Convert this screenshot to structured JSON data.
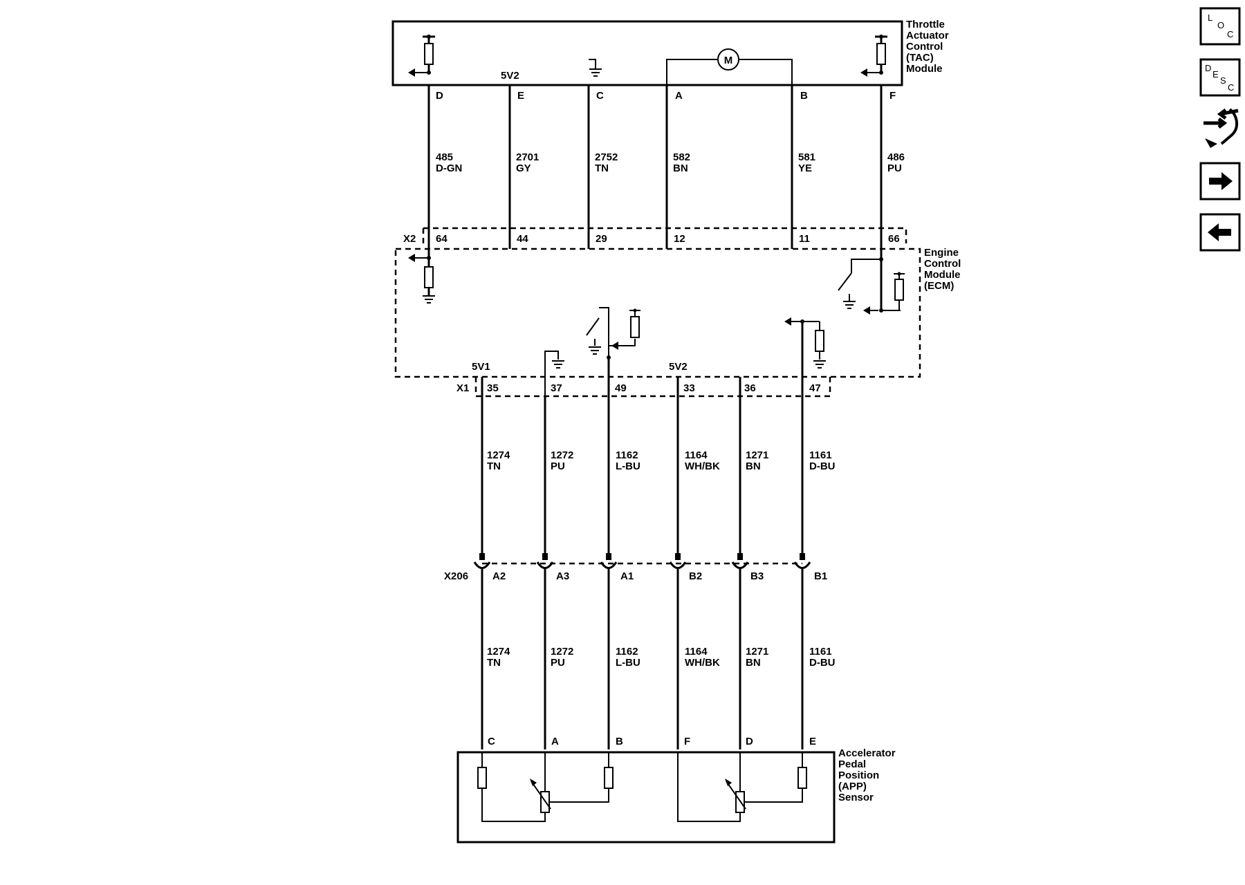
{
  "components": {
    "tac": [
      "Throttle",
      "Actuator",
      "Control",
      "(TAC)",
      "Module"
    ],
    "ecm": [
      "Engine",
      "Control",
      "Module",
      "(ECM)"
    ],
    "app": [
      "Accelerator",
      "Pedal",
      "Position",
      "(APP)",
      "Sensor"
    ],
    "motor": "M"
  },
  "tac_pins": [
    "D",
    "E",
    "C",
    "A",
    "B",
    "F"
  ],
  "tac_supply": "5V2",
  "tac_circuits": [
    {
      "num": "485",
      "color": "D-GN"
    },
    {
      "num": "2701",
      "color": "GY"
    },
    {
      "num": "2752",
      "color": "TN"
    },
    {
      "num": "582",
      "color": "BN"
    },
    {
      "num": "581",
      "color": "YE"
    },
    {
      "num": "486",
      "color": "PU"
    }
  ],
  "x2": {
    "name": "X2",
    "pins": [
      "64",
      "44",
      "29",
      "12",
      "11",
      "66"
    ]
  },
  "ecm_supply": [
    "5V1",
    "5V2"
  ],
  "x1": {
    "name": "X1",
    "pins": [
      "35",
      "37",
      "49",
      "33",
      "36",
      "47"
    ]
  },
  "app_circuits": [
    {
      "num": "1274",
      "color": "TN"
    },
    {
      "num": "1272",
      "color": "PU"
    },
    {
      "num": "1162",
      "color": "L-BU"
    },
    {
      "num": "1164",
      "color": "WH/BK"
    },
    {
      "num": "1271",
      "color": "BN"
    },
    {
      "num": "1161",
      "color": "D-BU"
    }
  ],
  "x206": {
    "name": "X206",
    "pins": [
      "A2",
      "A3",
      "A1",
      "B2",
      "B3",
      "B1"
    ]
  },
  "app_pins": [
    "C",
    "A",
    "B",
    "F",
    "D",
    "E"
  ],
  "nav": {
    "loc": [
      "L",
      "O",
      "C"
    ],
    "desc": [
      "D",
      "E",
      "S",
      "C"
    ]
  }
}
